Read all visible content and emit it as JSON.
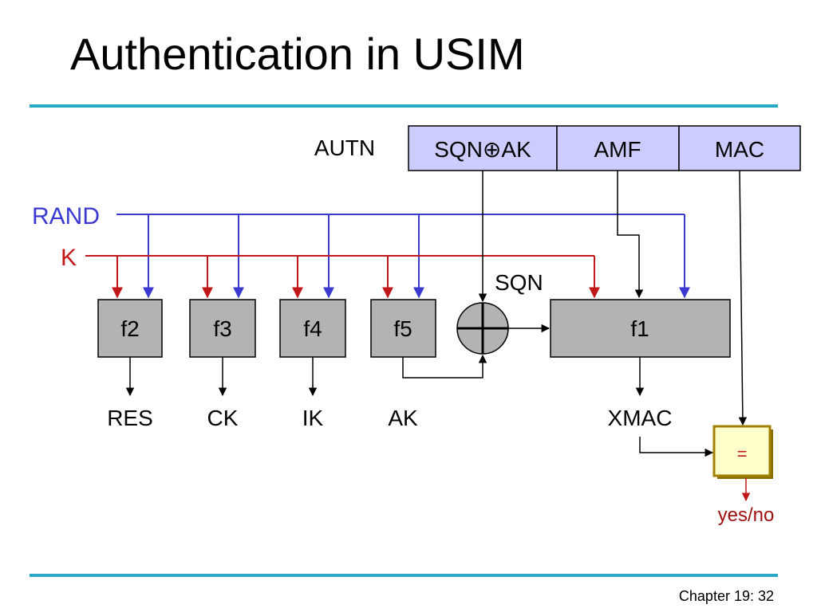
{
  "slide": {
    "title": "Authentication in USIM",
    "footer": "Chapter 19: 32"
  },
  "diagram": {
    "autn_label": "AUTN",
    "autn_fields": {
      "sqn_ak": "SQN⊕AK",
      "amf": "AMF",
      "mac": "MAC"
    },
    "inputs": {
      "rand": "RAND",
      "k": "K"
    },
    "functions": {
      "f2": "f2",
      "f3": "f3",
      "f4": "f4",
      "f5": "f5",
      "f1": "f1"
    },
    "outputs": {
      "res": "RES",
      "ck": "CK",
      "ik": "IK",
      "ak": "AK",
      "xmac": "XMAC"
    },
    "sqn_label": "SQN",
    "compare_symbol": "=",
    "result": "yes/no"
  },
  "colors": {
    "rand_line": "#3a3ad0",
    "k_line": "#c01818",
    "autn_fill": "#ccccff",
    "function_fill": "#b3b3b3",
    "compare_fill": "#ffffcc",
    "compare_border": "#a08000",
    "result_text": "#a01010",
    "rule": "#2aa6c8"
  }
}
